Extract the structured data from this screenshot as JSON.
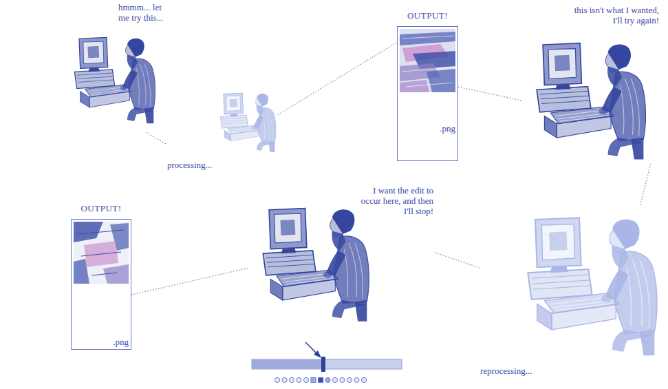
{
  "diagram": {
    "nodes": [
      {
        "text": [
          "hmmm... let me try this..."
        ]
      },
      {
        "text": [
          "processing..."
        ]
      },
      {
        "text": [
          "OUTPUT!",
          ".png"
        ]
      },
      {
        "text": [
          "this isn't what I wanted, I'll try again!"
        ]
      },
      {
        "text": [
          "reprocessing..."
        ]
      },
      {
        "text": [
          "I want the edit to occur here, and then I'll stop!"
        ]
      },
      {
        "text": [
          "OUTPUT!",
          ".png"
        ]
      }
    ],
    "edges": [
      {
        "from": 0,
        "to": 1,
        "arrow": "none"
      },
      {
        "from": 1,
        "to": 2,
        "arrow": "none"
      },
      {
        "from": 2,
        "to": 3,
        "arrow": "none"
      },
      {
        "from": 3,
        "to": 4,
        "arrow": "none"
      },
      {
        "from": 4,
        "to": 5,
        "arrow": "none"
      },
      {
        "from": 5,
        "to": 6,
        "arrow": "none"
      }
    ]
  }
}
